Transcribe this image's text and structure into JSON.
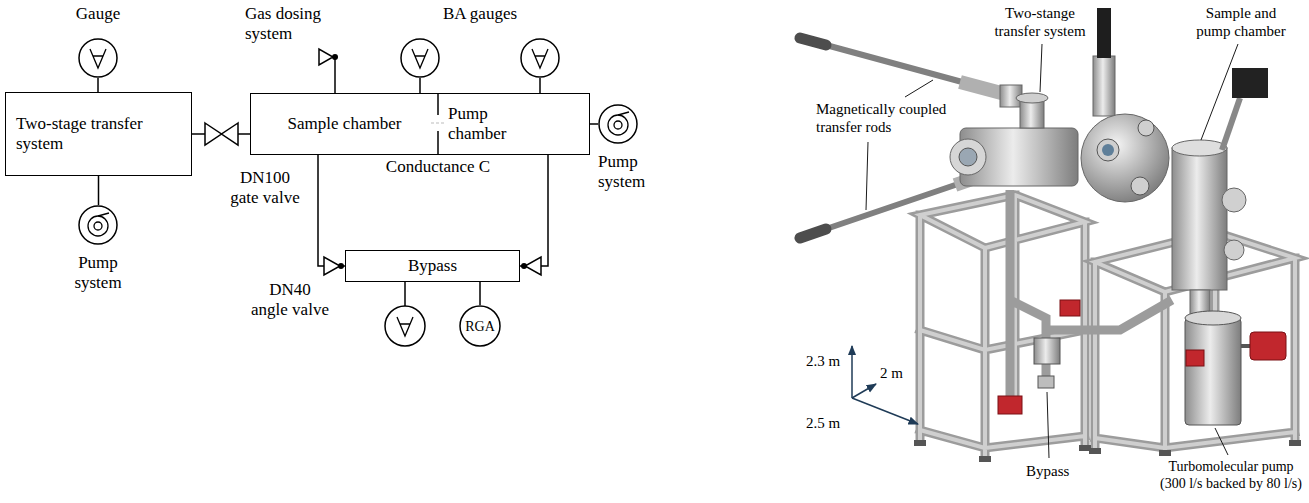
{
  "diagram": {
    "nodes": [
      {
        "text": [
          "Gauge"
        ]
      },
      {
        "text": [
          "Gas dosing system"
        ]
      },
      {
        "text": [
          "BA gauges"
        ]
      },
      {
        "text": [
          "Two-stage transfer system"
        ]
      },
      {
        "text": [
          "Sample chamber"
        ]
      },
      {
        "text": [
          "Pump chamber"
        ]
      },
      {
        "text": [
          "Pump system"
        ]
      },
      {
        "text": [
          "Bypass"
        ]
      },
      {
        "text": [
          "RGA"
        ]
      },
      {
        "text": [
          "Pump system"
        ]
      }
    ],
    "edges": [
      {
        "from": 0,
        "to": 3,
        "arrow": "none"
      },
      {
        "from": 1,
        "to": 4,
        "arrow": "none"
      },
      {
        "from": 2,
        "to": 4,
        "arrow": "none"
      },
      {
        "from": 2,
        "to": 5,
        "arrow": "none"
      },
      {
        "from": 3,
        "to": 4,
        "arrow": "none"
      },
      {
        "from": 5,
        "to": 6,
        "arrow": "none"
      },
      {
        "from": 4,
        "to": 7,
        "arrow": "none"
      },
      {
        "from": 5,
        "to": 7,
        "arrow": "none"
      },
      {
        "from": 7,
        "to": 8,
        "arrow": "none"
      },
      {
        "from": 3,
        "to": 9,
        "arrow": "none"
      }
    ],
    "labels": [
      "DN100 gate valve",
      "Conductance C",
      "DN40 angle valve",
      "Two-stange transfer system",
      "Sample and pump chamber",
      "Magnetically coupled transfer rods",
      "2.3 m",
      "2 m",
      "2.5 m",
      "Bypass",
      "Turbomolecular pump (300 l/s backed by 80 l/s)"
    ]
  }
}
